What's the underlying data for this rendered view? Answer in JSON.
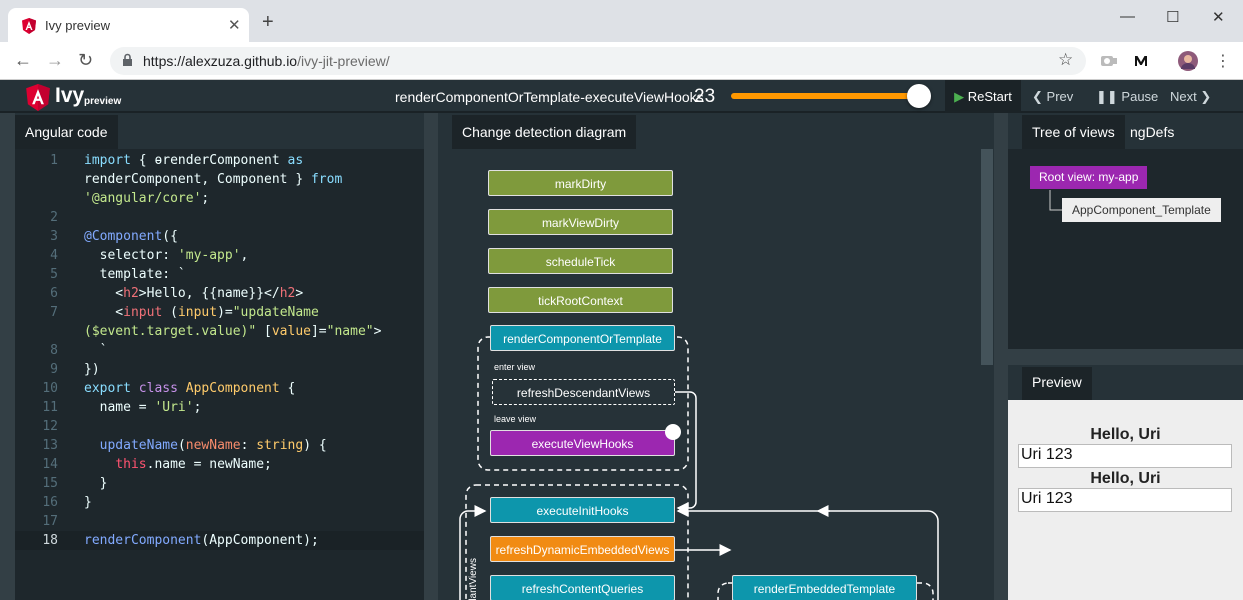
{
  "browser": {
    "tab_title": "Ivy preview",
    "url_host": "https://alexzuza.github.io",
    "url_path": "/ivy-jit-preview/"
  },
  "app": {
    "logo_text": "Ivy",
    "logo_sub": "preview",
    "step_name": "renderComponentOrTemplate-executeViewHooks",
    "step_number": "23",
    "progress": 1.0,
    "restart_label": "ReStart",
    "prev_label": "Prev",
    "pause_label": "Pause",
    "next_label": "Next"
  },
  "panels": {
    "code_tab": "Angular code",
    "diagram_tab": "Change detection diagram",
    "tree_tab": "Tree of views",
    "ngdefs_tab": "ngDefs",
    "preview_tab": "Preview"
  },
  "code": {
    "line_numbers": [
      "1",
      "",
      "",
      "2",
      "3",
      "4",
      "5",
      "6",
      "7",
      "",
      "8",
      "9",
      "10",
      "11",
      "12",
      "13",
      "14",
      "15",
      "16",
      "17",
      "18"
    ]
  },
  "diagram": {
    "nodes": {
      "markDirty": "markDirty",
      "markViewDirty": "markViewDirty",
      "scheduleTick": "scheduleTick",
      "tickRootContext": "tickRootContext",
      "renderComponentOrTemplate": "renderComponentOrTemplate",
      "refreshDescendantViews": "refreshDescendantViews",
      "executeViewHooks": "executeViewHooks",
      "executeInitHooks": "executeInitHooks",
      "refreshDynamicEmbeddedViews": "refreshDynamicEmbeddedViews",
      "refreshContentQueries": "refreshContentQueries",
      "renderEmbeddedTemplate": "renderEmbeddedTemplate"
    },
    "enter_view_label": "enter view",
    "leave_view_label": "leave view",
    "vertical_label": "dantViews"
  },
  "tree": {
    "root": "Root view: my-app",
    "child": "AppComponent_Template"
  },
  "preview": {
    "heading1": "Hello, Uri",
    "input1": "Uri 123",
    "heading2": "Hello, Uri",
    "input2": "Uri 123"
  },
  "colors": {
    "olive": "#7f9a3c",
    "teal": "#0d96ac",
    "orange": "#f18b13",
    "purple": "#9c27b0",
    "slider": "#ff9800"
  }
}
